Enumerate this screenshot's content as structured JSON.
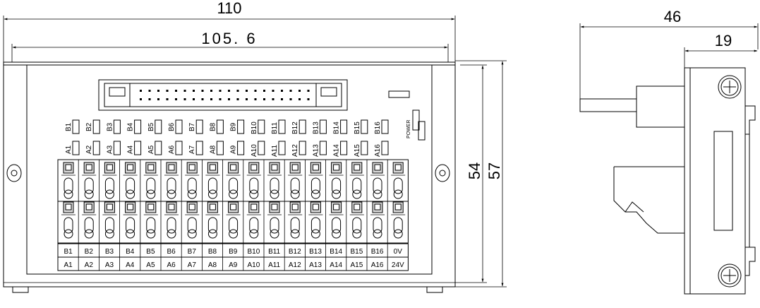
{
  "dimensions": {
    "overall_width": "110",
    "inner_width": "105. 6",
    "height_inner": "54",
    "height_overall": "57",
    "side_depth": "46",
    "side_inner": "19"
  },
  "led_labels_top": [
    "B1",
    "B2",
    "B3",
    "B4",
    "B5",
    "B6",
    "B7",
    "B8",
    "B9",
    "B10",
    "B11",
    "B12",
    "B13",
    "B14",
    "B15",
    "B16"
  ],
  "led_labels_bottom": [
    "A1",
    "A2",
    "A3",
    "A4",
    "A5",
    "A6",
    "A7",
    "A8",
    "A9",
    "A10",
    "A11",
    "A12",
    "A13",
    "A14",
    "A15",
    "A16"
  ],
  "power_label": "POWER",
  "terminal_row_top": [
    "B1",
    "B2",
    "B3",
    "B4",
    "B5",
    "B6",
    "B7",
    "B8",
    "B9",
    "B10",
    "B11",
    "B12",
    "B13",
    "B14",
    "B15",
    "B16",
    "0V"
  ],
  "terminal_row_bottom": [
    "A1",
    "A2",
    "A3",
    "A4",
    "A5",
    "A6",
    "A7",
    "A8",
    "A9",
    "A10",
    "A11",
    "A12",
    "A13",
    "A14",
    "A15",
    "A16",
    "24V"
  ]
}
